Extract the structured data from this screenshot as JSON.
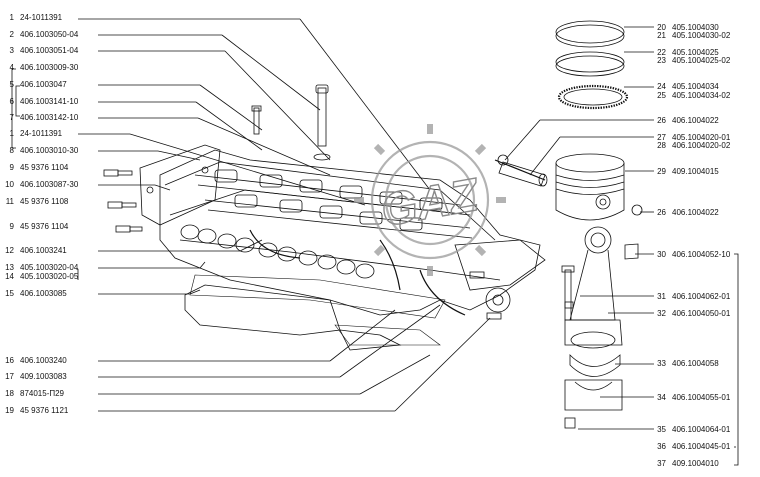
{
  "left_labels": [
    {
      "num": "1",
      "part": "24-1011391"
    },
    {
      "num": "2",
      "part": "406.1003050-04"
    },
    {
      "num": "3",
      "part": "406.1003051-04"
    },
    {
      "num": "4",
      "part": "406.1003009-30"
    },
    {
      "num": "5",
      "part": "406.1003047"
    },
    {
      "num": "6",
      "part": "406.1003141-10"
    },
    {
      "num": "7",
      "part": "406.1003142-10"
    },
    {
      "num": "1",
      "part": "24-1011391"
    },
    {
      "num": "8",
      "part": "406.1003010-30"
    },
    {
      "num": "9",
      "part": "45  9376  1104"
    },
    {
      "num": "10",
      "part": "406.1003087-30"
    },
    {
      "num": "11",
      "part": "45  9376  1108"
    },
    {
      "num": "9",
      "part": "45  9376  1104"
    },
    {
      "num": "12",
      "part": "406.1003241"
    },
    {
      "num": "13",
      "part": "405.1003020-04"
    },
    {
      "num": "14",
      "part": "405.1003020-05"
    },
    {
      "num": "15",
      "part": "406.1003085"
    },
    {
      "num": "16",
      "part": "406.1003240"
    },
    {
      "num": "17",
      "part": "409.1003083"
    },
    {
      "num": "18",
      "part": "874015-П29"
    },
    {
      "num": "19",
      "part": "45  9376  1121"
    }
  ],
  "right_labels": [
    {
      "num": "20",
      "part": "405.1004030"
    },
    {
      "num": "21",
      "part": "405.1004030-02"
    },
    {
      "num": "22",
      "part": "405.1004025"
    },
    {
      "num": "23",
      "part": "405.1004025-02"
    },
    {
      "num": "24",
      "part": "405.1004034"
    },
    {
      "num": "25",
      "part": "405.1004034-02"
    },
    {
      "num": "26",
      "part": "406.1004022"
    },
    {
      "num": "27",
      "part": "405.1004020-01"
    },
    {
      "num": "28",
      "part": "406.1004020-02"
    },
    {
      "num": "29",
      "part": "409.1004015"
    },
    {
      "num": "26",
      "part": "406.1004022"
    },
    {
      "num": "30",
      "part": "406.1004052-10"
    },
    {
      "num": "31",
      "part": "406.1004062-01"
    },
    {
      "num": "32",
      "part": "406.1004050-01"
    },
    {
      "num": "33",
      "part": "406.1004058"
    },
    {
      "num": "34",
      "part": "406.1004055-01"
    },
    {
      "num": "35",
      "part": "406.1004064-01"
    },
    {
      "num": "36",
      "part": "406.1004045-01"
    },
    {
      "num": "37",
      "part": "409.1004010"
    }
  ],
  "watermark": "GAZ"
}
